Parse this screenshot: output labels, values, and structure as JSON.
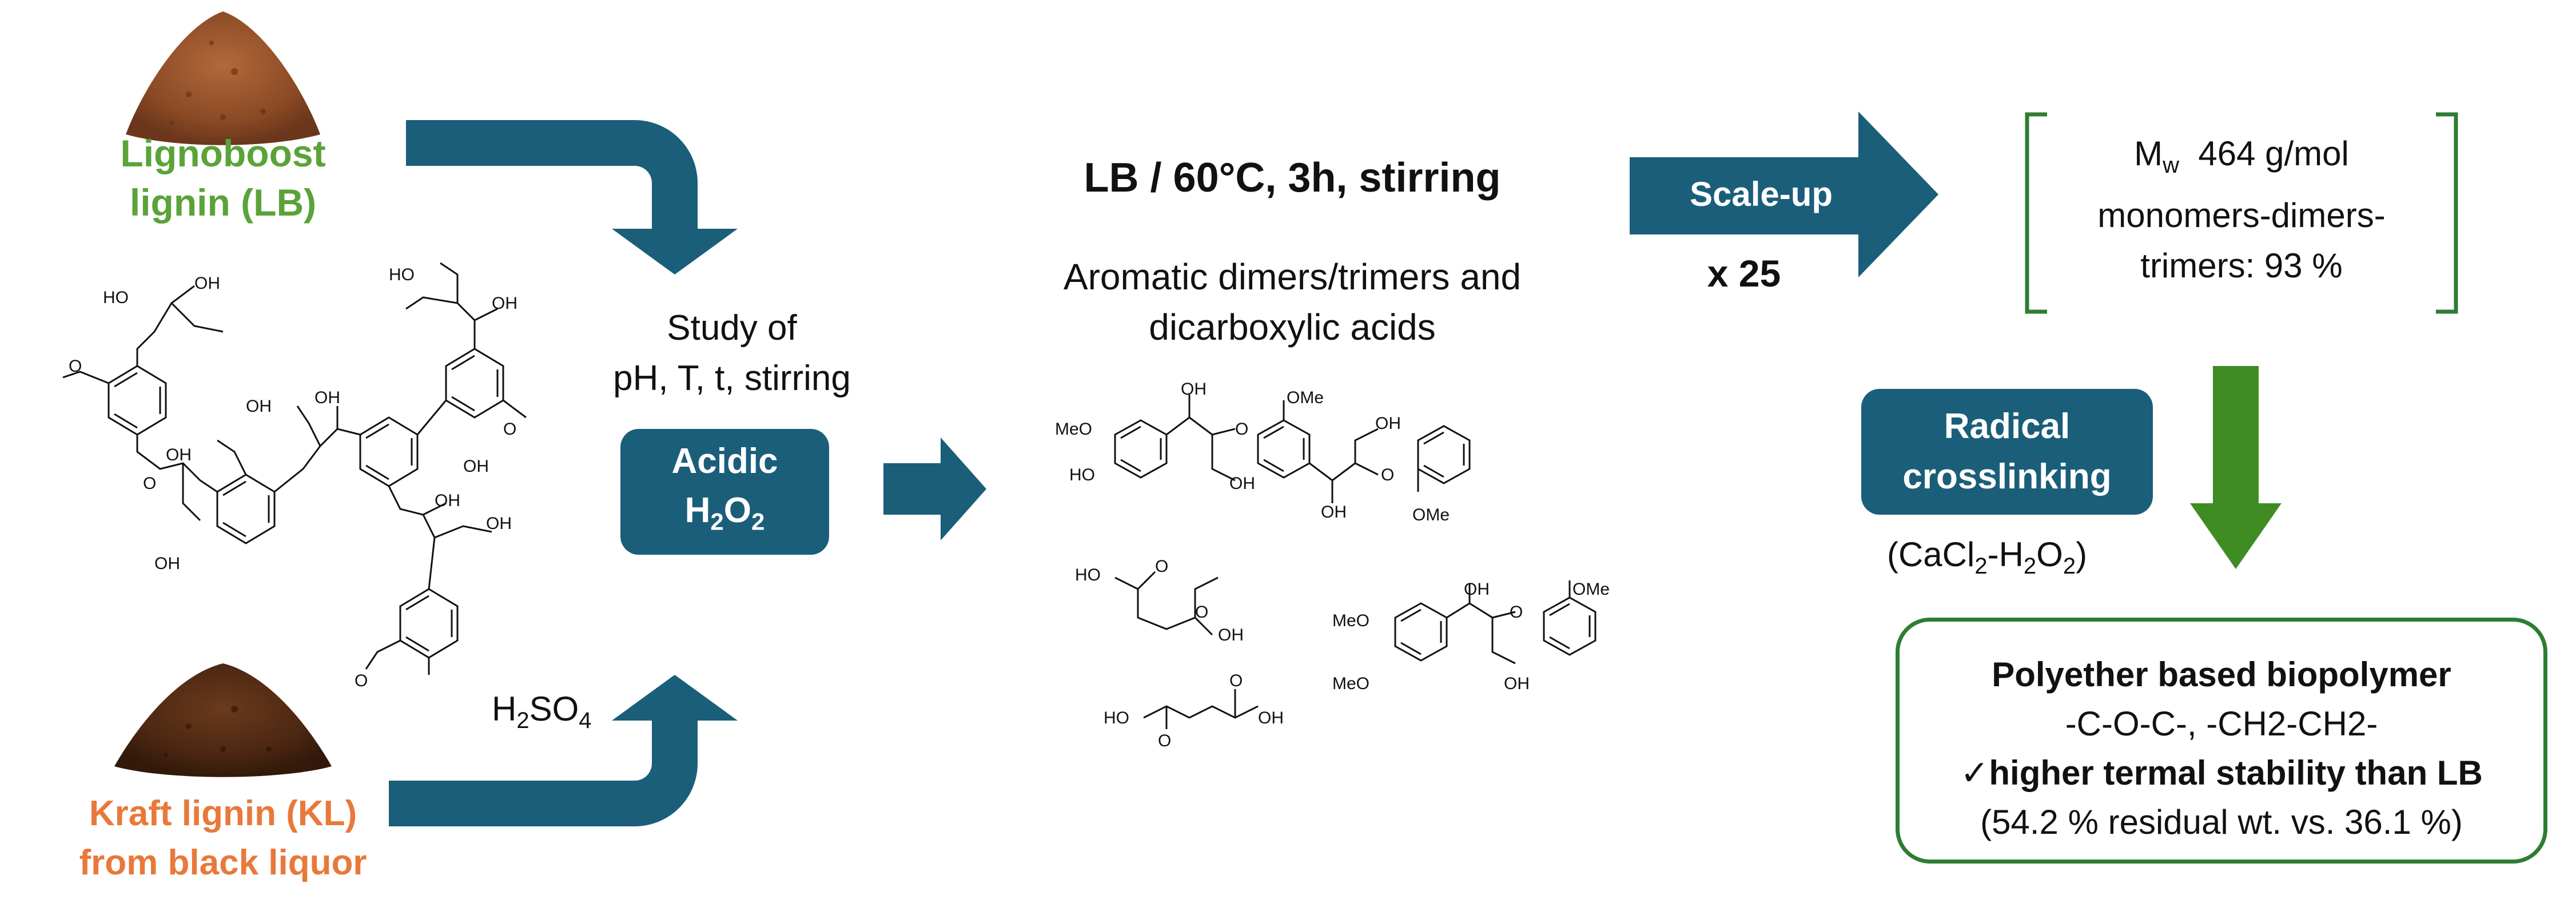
{
  "lb_label": {
    "line1": "Lignoboost",
    "line2": "lignin (LB)"
  },
  "kl_label": {
    "line1": "Kraft lignin (KL)",
    "line2": "from black liquor"
  },
  "study": {
    "line1": "Study of",
    "line2": "pH, T, t, stirring"
  },
  "acidic_box": {
    "line1": "Acidic",
    "h": "H",
    "sub1": "2",
    "o": "O",
    "sub2": "2"
  },
  "h2so4": {
    "h": "H",
    "sub1": "2",
    "so": "SO",
    "sub2": "4"
  },
  "conditions": "LB / 60°C, 3h, stirring",
  "products": {
    "line1": "Aromatic dimers/trimers and",
    "line2": "dicarboxylic acids"
  },
  "scaleup": {
    "label": "Scale-up",
    "factor": "x 25"
  },
  "result": {
    "mw_m": "M",
    "mw_sub": "w",
    "mw_val": "464 g/mol",
    "line2": "monomers-dimers-",
    "line3": "trimers: 93 %"
  },
  "radical": {
    "line1": "Radical",
    "line2": "crosslinking"
  },
  "cacl2": {
    "open": "(CaCl",
    "sub1": "2",
    "mid": "-H",
    "sub2": "2",
    "o": "O",
    "sub3": "2",
    "close": ")"
  },
  "final": {
    "title": "Polyether based biopolymer",
    "bonds": "-C-O-C-, -CH2-CH2-",
    "check": "✓",
    "stability": "higher termal stability than LB",
    "residual": "(54.2 % residual wt. vs. 36.1 %)"
  },
  "chem": {
    "ho": "HO",
    "oh": "OH",
    "meo": "MeO",
    "ome": "OMe",
    "o": "O"
  },
  "colors": {
    "box": "#1b5e7a",
    "green_arrow": "#3f8c23",
    "green_border": "#2e7d32",
    "lb_green": "#5aa339",
    "kl_orange": "#e8793a"
  }
}
